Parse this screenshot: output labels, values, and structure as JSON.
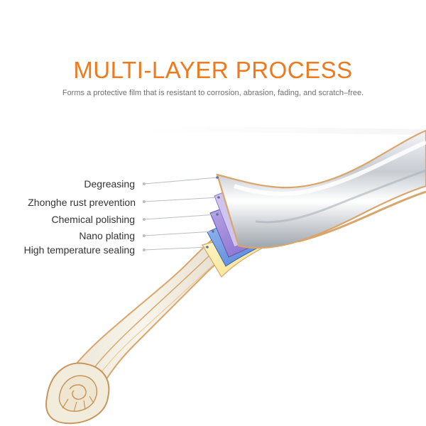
{
  "title": "MULTI-LAYER PROCESS",
  "subtitle": "Forms a protective film that is resistant to corrosion, abrasion, fading, and scratch–free.",
  "layers": [
    {
      "label": "Degreasing"
    },
    {
      "label": "Zhonghe rust prevention"
    },
    {
      "label": "Chemical polishing"
    },
    {
      "label": "Nano plating"
    },
    {
      "label": "High temperature sealing"
    }
  ],
  "colors": {
    "title": "#ef7a1e",
    "subtitle": "#6f6f6f",
    "labels": "#333333",
    "gold_trim": "#d9a56a"
  }
}
